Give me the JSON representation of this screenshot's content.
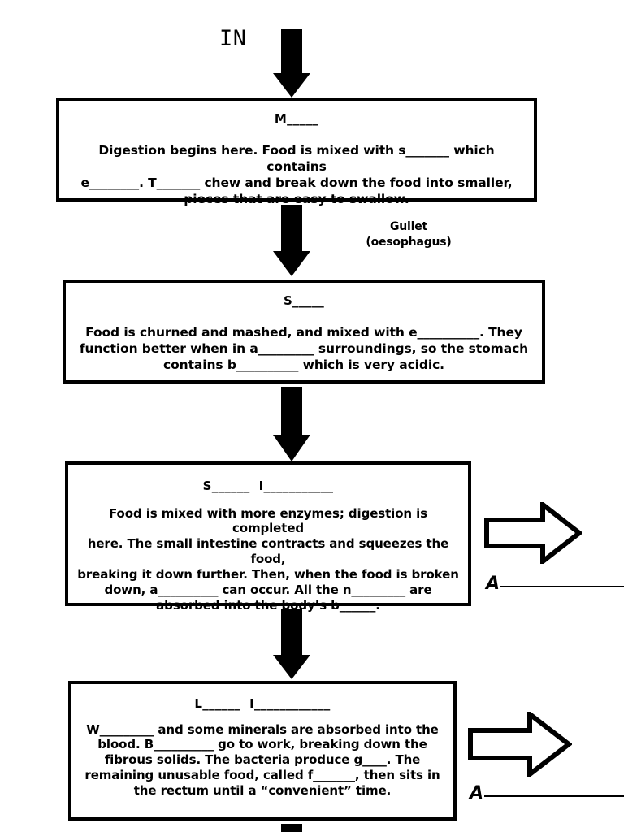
{
  "document": {
    "kind": "digestive-system-flow-diagram-worksheet",
    "background_color": "#ffffff",
    "ink_color": "#000000"
  },
  "entry": {
    "label": "IN",
    "arrow_icon": "arrow-down-solid-icon"
  },
  "connectors": {
    "gullet_note": "Gullet\n(oesophagus)",
    "arrow_down_icon": "arrow-down-solid-icon",
    "arrow_right_icon": "arrow-right-hollow-icon"
  },
  "stages": [
    {
      "id": "mouth",
      "title": "M_____",
      "body": "Digestion begins here. Food is mixed with s_______ which contains\ne________. T_______ chew and break down the food into smaller,\npieces that are easy to swallow."
    },
    {
      "id": "stomach",
      "title": "S_____",
      "body": "Food is churned and mashed, and mixed with e__________. They\nfunction better when in a_________ surroundings, so the stomach\ncontains b__________ which is very acidic."
    },
    {
      "id": "small-intestine",
      "title": "S______  I___________",
      "body": "Food is mixed with more enzymes; digestion is completed\nhere. The small intestine contracts and squeezes the food,\nbreaking it down further. Then, when the food is broken\ndown, a__________ can occur. All the n_________ are\nabsorbed into the body’s b______."
    },
    {
      "id": "large-intestine",
      "title": "L______  I____________",
      "body": "W_________ and some minerals are absorbed into the\nblood. B__________ go to work, breaking down the\nfibrous solids. The bacteria produce g____. The\nremaining unusable food, called f_______, then sits in\nthe rectum until a “convenient” time."
    }
  ],
  "side_outputs": [
    {
      "id": "small-intestine-output",
      "label": "A"
    },
    {
      "id": "large-intestine-output",
      "label": "A"
    }
  ]
}
